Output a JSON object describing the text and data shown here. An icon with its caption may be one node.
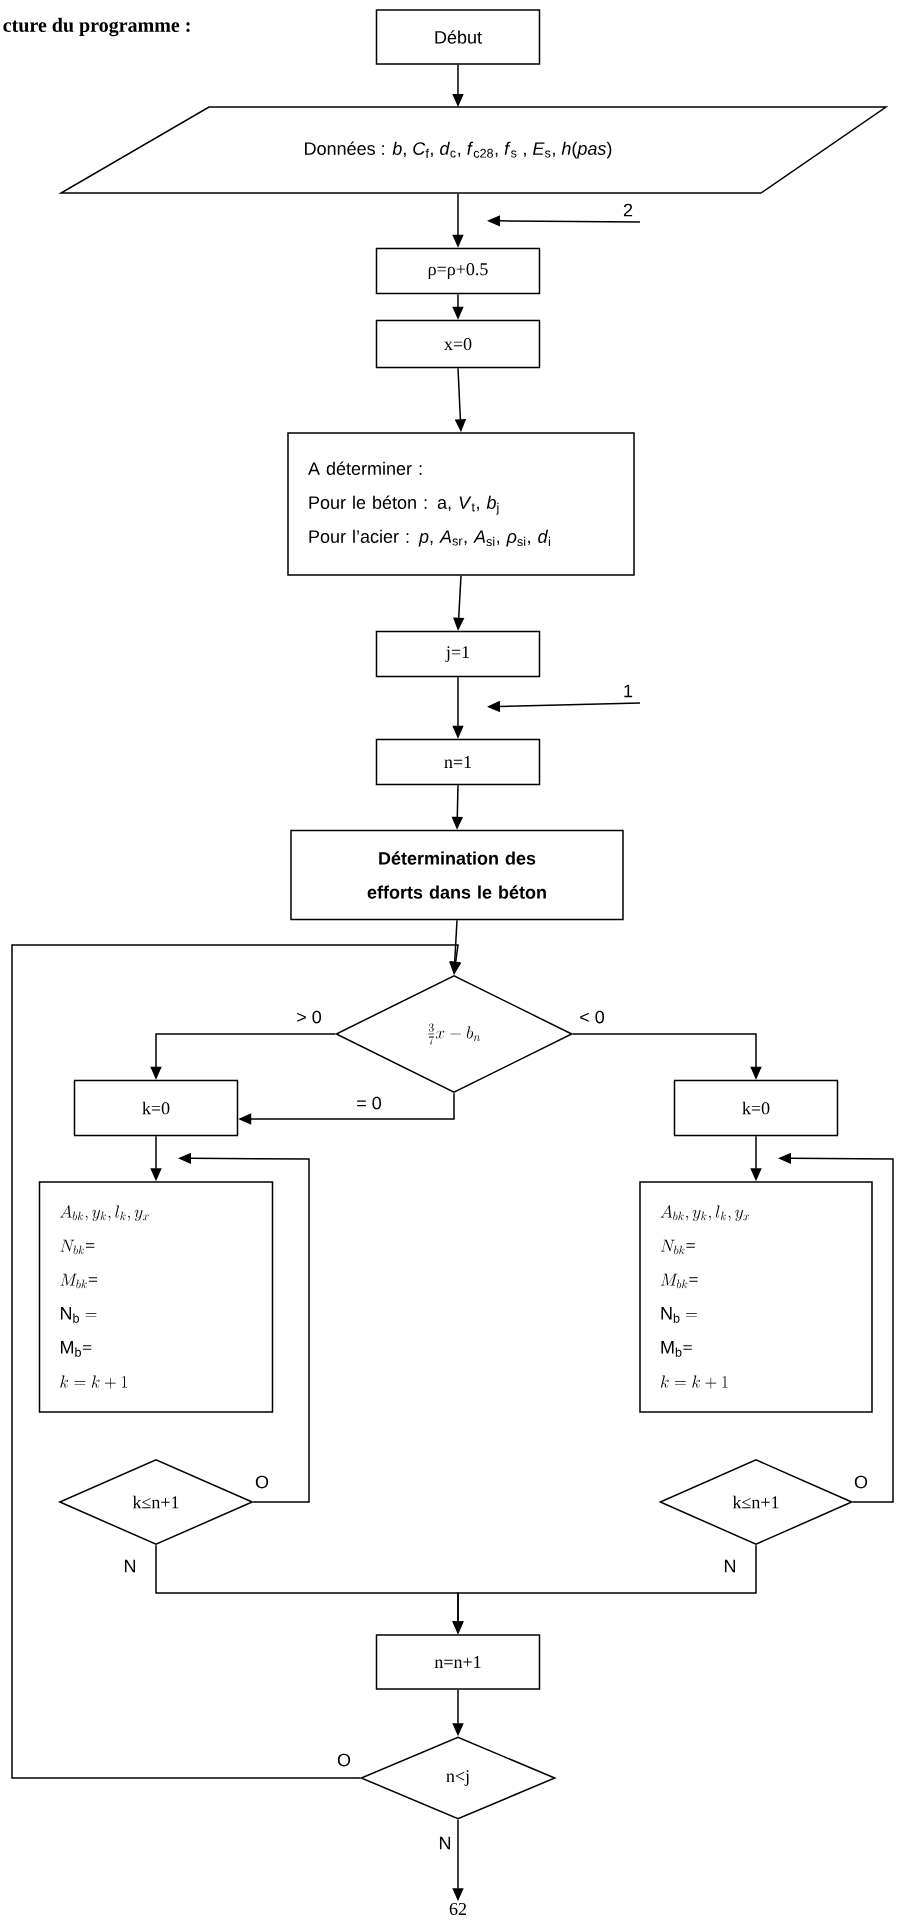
{
  "diagram": {
    "title": "cture du programme :",
    "nodes": [
      {
        "text": [
          "Début"
        ]
      },
      {
        "text": [
          "Données : *b*, *C*$_{f}$, *d*$_{c}$, *f*$_{c28}$, *f*$_{s}$ , *E*$_{s}$, *h*(*pas*)"
        ]
      },
      {
        "text": [
          "ρ=ρ+0.5"
        ]
      },
      {
        "text": [
          "x=0"
        ]
      },
      {
        "text": [
          "A déterminer :",
          "Pour le béton : a, *V*$_{t}$, *b*$_{j}$",
          "Pour l’acier : *p*, *A*$_{sr}$, *A*$_{si}$, *ρ*$_{si}$, *d*$_{i}$"
        ]
      },
      {
        "text": [
          "j=1"
        ]
      },
      {
        "text": [
          "n=1"
        ]
      },
      {
        "text": [
          "Détermination des efforts dans le béton"
        ]
      },
      {
        "text": [
          "\\tfrac{3}{7}x-b_{n}"
        ]
      },
      {
        "text": [
          "k=0"
        ]
      },
      {
        "text": [
          "k=0"
        ]
      },
      {
        "text": [
          "A_{bk}, y_{k}, l_{k}, y_{x}",
          "N_{bk}\\text{=}",
          "M_{bk}\\text{=}",
          "\\mathrm{N}_{\\mathrm{b}} =",
          "\\mathrm{M}_{\\mathrm{b}}\\text{=}",
          "k=k+1"
        ]
      },
      {
        "text": [
          "A_{bk}, y_{k}, l_{k}, y_{x}",
          "N_{bk}\\text{=}",
          "M_{bk}\\text{=}",
          "\\mathrm{N}_{\\mathrm{b}} =",
          "\\mathrm{M}_{\\mathrm{b}}\\text{=}",
          "k=k+1"
        ]
      },
      {
        "text": [
          "k≤n+1"
        ]
      },
      {
        "text": [
          "k≤n+1"
        ]
      },
      {
        "text": [
          "n=n+1"
        ]
      },
      {
        "text": [
          "n<j"
        ]
      },
      {
        "text": [
          "62"
        ]
      }
    ],
    "edges": [
      {
        "from": 0,
        "to": 1,
        "arrow": "to"
      },
      {
        "from": 1,
        "to": 2,
        "arrow": "to"
      },
      {
        "from": null,
        "to": 2,
        "arrow": "to",
        "label": "2"
      },
      {
        "from": 2,
        "to": 3,
        "arrow": "to"
      },
      {
        "from": 3,
        "to": 4,
        "arrow": "to"
      },
      {
        "from": 4,
        "to": 5,
        "arrow": "to"
      },
      {
        "from": 5,
        "to": 6,
        "arrow": "to"
      },
      {
        "from": null,
        "to": 6,
        "arrow": "to",
        "label": "1"
      },
      {
        "from": 6,
        "to": 7,
        "arrow": "to"
      },
      {
        "from": 7,
        "to": 8,
        "arrow": "to"
      },
      {
        "from": 16,
        "to": 8,
        "arrow": "to",
        "label": "O"
      },
      {
        "from": 8,
        "to": 9,
        "arrow": "to",
        "label": "> 0"
      },
      {
        "from": 8,
        "to": 10,
        "arrow": "to",
        "label": "< 0"
      },
      {
        "from": 8,
        "to": 9,
        "arrow": "to",
        "label": "= 0"
      },
      {
        "from": 9,
        "to": 11,
        "arrow": "to"
      },
      {
        "from": 10,
        "to": 12,
        "arrow": "to"
      },
      {
        "from": 13,
        "to": 11,
        "arrow": "to",
        "label": "O"
      },
      {
        "from": 14,
        "to": 12,
        "arrow": "to",
        "label": "O"
      },
      {
        "from": 13,
        "to": 15,
        "arrow": "to",
        "label": "N"
      },
      {
        "from": 14,
        "to": 15,
        "arrow": "to",
        "label": "N"
      },
      {
        "from": 15,
        "to": 16,
        "arrow": "to"
      },
      {
        "from": 16,
        "to": 17,
        "arrow": "to",
        "label": "N"
      }
    ]
  }
}
